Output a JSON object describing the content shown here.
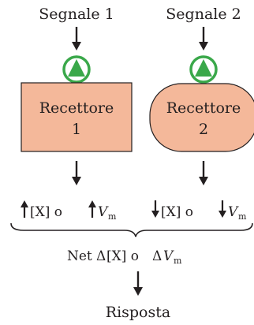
{
  "signals": {
    "signal1": "Segnale 1",
    "signal2": "Segnale 2"
  },
  "receptors": {
    "r1_line1": "Recettore",
    "r1_line2": "1",
    "r2_line1": "Recettore",
    "r2_line2": "2"
  },
  "effects": {
    "left_x": "[X] o",
    "left_v": "V",
    "left_sub": "m",
    "right_x": "[X] o",
    "right_v": "V",
    "right_sub": "m"
  },
  "net": {
    "prefix": "Net",
    "delta1": "Δ",
    "x": "[X] o",
    "delta2": "Δ",
    "v": "V",
    "sub": "m"
  },
  "response": "Risposta",
  "colors": {
    "receptor_fill": "#f4b89a",
    "receptor_stroke": "#231f20",
    "ligand_green": "#3aa84a",
    "ink": "#231f20"
  }
}
